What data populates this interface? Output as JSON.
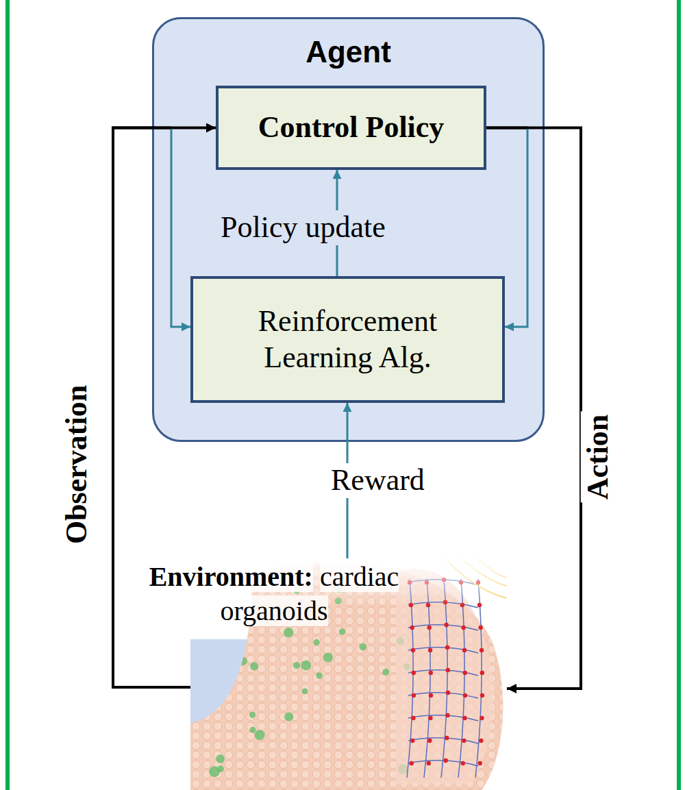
{
  "diagram": {
    "nodes": [
      {
        "text": [
          "Agent"
        ]
      },
      {
        "text": [
          "Control Policy"
        ],
        "in": 0
      },
      {
        "text": [
          "Reinforcement Learning Alg."
        ],
        "in": 0
      },
      {
        "text": [
          "Environment:",
          "cardiac organoids"
        ]
      }
    ],
    "edges": [
      {
        "from": 3,
        "to": 1,
        "arrow": "to",
        "label": "Observation"
      },
      {
        "from": 1,
        "to": 3,
        "arrow": "to",
        "label": "Action"
      },
      {
        "from": 3,
        "to": 2,
        "arrow": "to",
        "label": "Reward"
      },
      {
        "from": 2,
        "to": 1,
        "arrow": "to",
        "label": "Policy update"
      },
      {
        "from": 3,
        "to": 2,
        "arrow": "to"
      },
      {
        "from": 1,
        "to": 2,
        "arrow": "to"
      }
    ]
  }
}
